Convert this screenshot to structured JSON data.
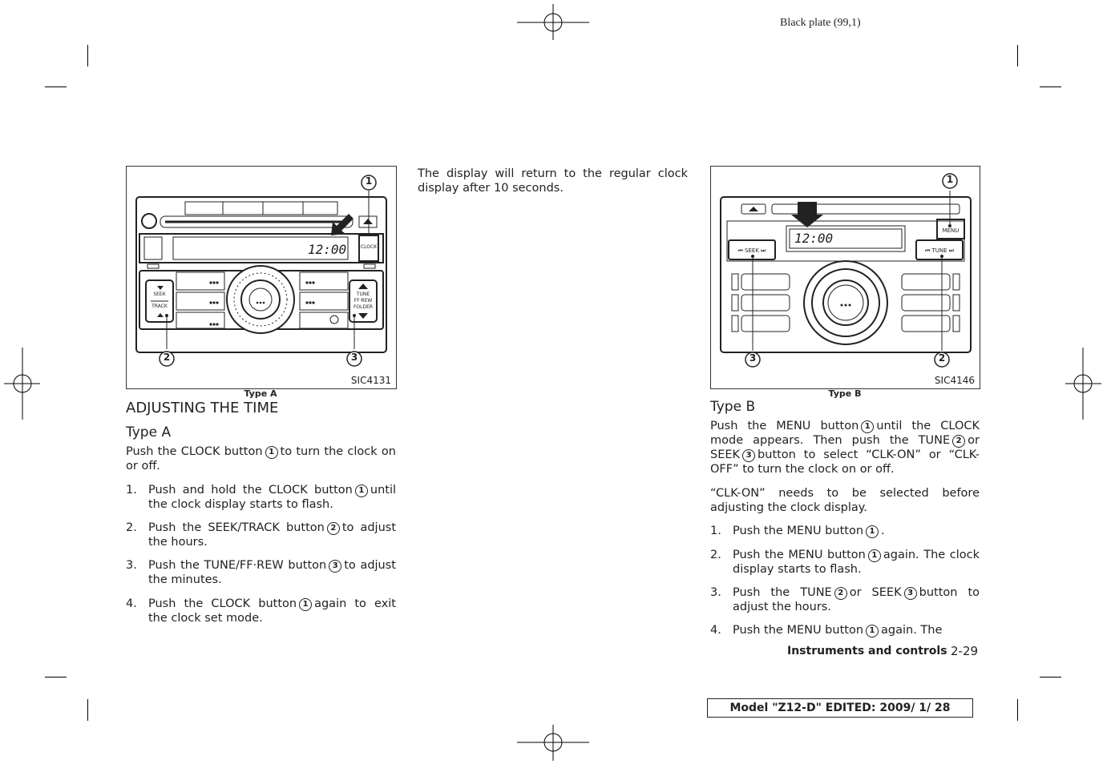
{
  "header": {
    "plate": "Black plate (99,1)"
  },
  "figure_a": {
    "code": "SIC4131",
    "caption": "Type A",
    "labels": {
      "clock": "CLOCK",
      "time": "12:00",
      "seek": "SEEK",
      "track": "TRACK",
      "tune": "TUNE",
      "ffrew": "FF·REW",
      "folder": "FOLDER"
    },
    "callouts": [
      "1",
      "2",
      "3"
    ]
  },
  "figure_b": {
    "code": "SIC4146",
    "caption": "Type B",
    "labels": {
      "menu": "MENU",
      "time": "12:00",
      "seek": "SEEK",
      "tune": "TUNE"
    },
    "callouts": [
      "1",
      "3",
      "2"
    ]
  },
  "col1": {
    "heading": "ADJUSTING THE TIME",
    "subheading": "Type A",
    "intro": [
      "Push the CLOCK button",
      "1",
      "to turn the clock on or off."
    ],
    "steps": [
      {
        "num": "1.",
        "a": "Push and hold the CLOCK button",
        "c": "1",
        "b": "until the clock display starts to flash."
      },
      {
        "num": "2.",
        "a": "Push the SEEK/TRACK button",
        "c": "2",
        "b": "to adjust the hours."
      },
      {
        "num": "3.",
        "a": "Push the TUNE/FF·REW button",
        "c": "3",
        "b": "to adjust the minutes."
      },
      {
        "num": "4.",
        "a": "Push the CLOCK button",
        "c": "1",
        "b": "again to exit the clock set mode."
      }
    ]
  },
  "col2": {
    "text": "The display will return to the regular clock display after 10 seconds."
  },
  "col3": {
    "subheading": "Type B",
    "para1": {
      "a": "Push the MENU button",
      "c1": "1",
      "b": "until the CLOCK mode appears. Then push the TUNE",
      "c2": "2",
      "c": "or SEEK",
      "c3": "3",
      "d": "button to select “CLK-ON” or “CLK-OFF” to turn the clock on or off."
    },
    "para2": "“CLK-ON” needs to be selected before adjusting the clock display.",
    "steps": [
      {
        "num": "1.",
        "a": "Push the MENU button",
        "c": "1",
        "b": "."
      },
      {
        "num": "2.",
        "a": "Push the MENU button",
        "c": "1",
        "b": "again. The clock display starts to flash."
      },
      {
        "num": "3.",
        "a": "Push the TUNE",
        "c": "2",
        "b": "or SEEK",
        "c2": "3",
        "d": "button to adjust the hours."
      },
      {
        "num": "4.",
        "a": "Push the MENU button",
        "c": "1",
        "b": "again. The"
      }
    ]
  },
  "footer": {
    "section": "Instruments and controls",
    "page": "2-29",
    "model": "Model \"Z12-D\"  EDITED:  2009/ 1/ 28"
  }
}
